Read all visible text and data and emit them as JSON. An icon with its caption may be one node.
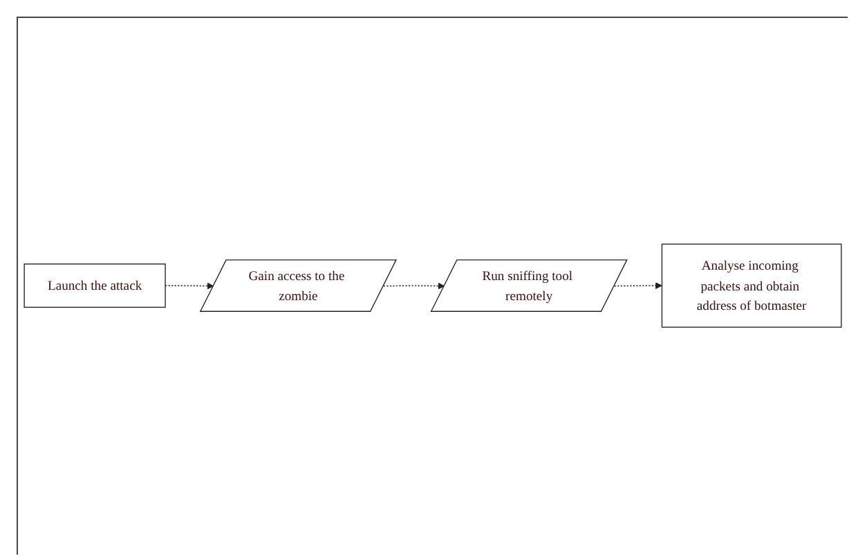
{
  "diagram": {
    "nodes": [
      {
        "text": [
          "Launch the attack"
        ]
      },
      {
        "text": [
          "Gain access to the zombie"
        ]
      },
      {
        "text": [
          "Run sniffing tool remotely"
        ]
      },
      {
        "text": [
          "Analyse incoming packets and obtain address of botmaster"
        ]
      }
    ],
    "edges": [
      {
        "from": 0,
        "to": 1,
        "arrow": "to",
        "style": "dashed"
      },
      {
        "from": 1,
        "to": 2,
        "arrow": "to",
        "style": "dashed"
      },
      {
        "from": 2,
        "to": 3,
        "arrow": "to",
        "style": "dashed"
      }
    ]
  }
}
